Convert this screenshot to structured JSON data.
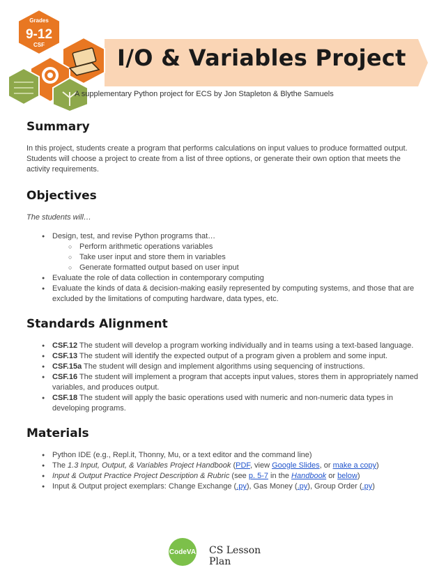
{
  "header": {
    "title": "I/O & Variables Project",
    "subtitle": "A supplementary Python project for ECS by Jon Stapleton & Blythe Samuels",
    "badge": {
      "top": "Grades",
      "mid": "9-12",
      "bottom": "CSF"
    },
    "colors": {
      "banner": "#fad5b5",
      "orange": "#e87722",
      "green": "#8ea84b"
    }
  },
  "summary": {
    "heading": "Summary",
    "text": "In this project, students create a program that performs calculations on input values to produce formatted output. Students will choose a project to create from a list of three options, or generate their own option that meets the activity requirements."
  },
  "objectives": {
    "heading": "Objectives",
    "intro": "The students will…",
    "item1": "Design, test, and revise Python programs that…",
    "sub": [
      "Perform arithmetic operations variables",
      "Take user input and store them in variables",
      "Generate formatted output based on user input"
    ],
    "item2": "Evaluate the role of data collection in contemporary computing",
    "item3": "Evaluate the kinds of data & decision-making easily represented by computing systems, and those that are excluded by the limitations of computing hardware, data types, etc."
  },
  "standards": {
    "heading": "Standards Alignment",
    "items": [
      {
        "code": "CSF.12",
        "text": " The student will develop a program working individually and in teams using a text-based language."
      },
      {
        "code": "CSF.13",
        "text": " The student will identify the expected output of a program given a problem and some input."
      },
      {
        "code": "CSF.15a",
        "text": " The student will design and implement algorithms using sequencing of instructions."
      },
      {
        "code": "CSF.16",
        "text": " The student will implement a program that accepts input values, stores them in appropriately named variables, and produces output."
      },
      {
        "code": "CSF.18",
        "text": " The student will apply the basic operations used with numeric and non-numeric data types in developing programs."
      }
    ]
  },
  "materials": {
    "heading": "Materials",
    "item1": "Python IDE (e.g., Repl.it, Thonny, Mu, or a text editor and the command line)",
    "item2": {
      "pre": "The ",
      "italic": "1.3 Input, Output, & Variables Project Handbook",
      "open": " (",
      "link1": "PDF",
      "mid1": ", view ",
      "link2": "Google Slides",
      "mid2": ", or ",
      "link3": "make a copy",
      "post": ")"
    },
    "item3": {
      "italic": "Input & Output Practice Project Description & Rubric",
      "pre": " (see ",
      "link1": "p. 5-7",
      "mid1": " in the ",
      "link2": "Handbook",
      "mid2": " or ",
      "link3": "below",
      "post": ")"
    },
    "item4": {
      "pre": "Input & Output project exemplars: Change Exchange (",
      "link1": ".py",
      "mid1": "), Gas Money (",
      "link2": ".py",
      "mid2": "), Group Order (",
      "link3": ".py",
      "post": ")"
    }
  },
  "footer": {
    "logo": "CodeVA",
    "text": "CS Lesson Plan"
  }
}
